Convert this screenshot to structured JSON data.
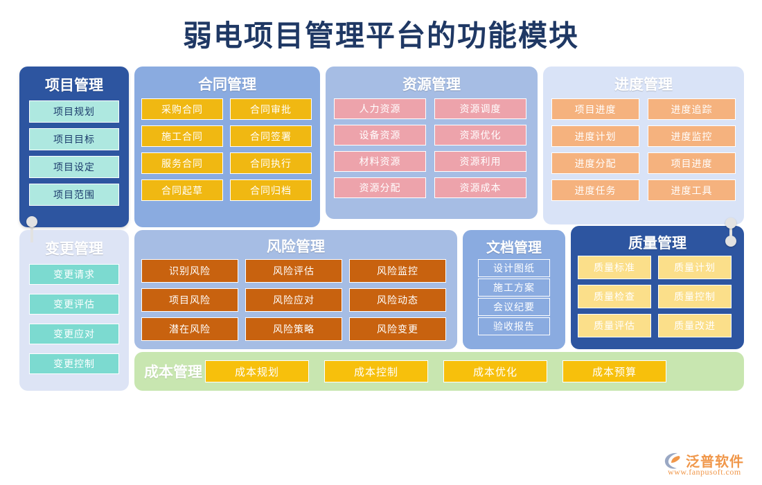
{
  "page": {
    "title": "弱电项目管理平台的功能模块"
  },
  "panels": {
    "project": {
      "title": "项目管理",
      "items": [
        "项目规划",
        "项目目标",
        "项目设定",
        "项目范围"
      ]
    },
    "contract": {
      "title": "合同管理",
      "items": [
        "采购合同",
        "合同审批",
        "施工合同",
        "合同签署",
        "服务合同",
        "合同执行",
        "合同起草",
        "合同归档"
      ]
    },
    "resource": {
      "title": "资源管理",
      "items": [
        "人力资源",
        "资源调度",
        "设备资源",
        "资源优化",
        "材料资源",
        "资源利用",
        "资源分配",
        "资源成本"
      ]
    },
    "schedule": {
      "title": "进度管理",
      "items": [
        "项目进度",
        "进度追踪",
        "进度计划",
        "进度监控",
        "进度分配",
        "项目进度",
        "进度任务",
        "进度工具"
      ]
    },
    "change": {
      "title": "变更管理",
      "items": [
        "变更请求",
        "变更评估",
        "变更应对",
        "变更控制"
      ]
    },
    "risk": {
      "title": "风险管理",
      "items": [
        "识别风险",
        "风险评估",
        "风险监控",
        "项目风险",
        "风险应对",
        "风险动态",
        "潜在风险",
        "风险策略",
        "风险变更"
      ]
    },
    "document": {
      "title": "文档管理",
      "items": [
        "设计图纸",
        "施工方案",
        "会议纪要",
        "验收报告"
      ]
    },
    "quality": {
      "title": "质量管理",
      "items": [
        "质量标准",
        "质量计划",
        "质量检查",
        "质量控制",
        "质量评估",
        "质量改进"
      ]
    },
    "cost": {
      "title": "成本管理",
      "items": [
        "成本规划",
        "成本控制",
        "成本优化",
        "成本预算"
      ]
    }
  },
  "logo": {
    "name": "泛普软件",
    "url": "www.fanpusoft.com"
  },
  "colors": {
    "title_text": "#1f3864",
    "project_panel": "#2d55a0",
    "project_item": "#aee8e0",
    "contract_panel": "#8aabe0",
    "contract_item": "#f0b812",
    "resource_panel": "#a6bde4",
    "resource_item": "#eda3ab",
    "schedule_panel": "#d9e3f7",
    "schedule_item": "#f5b27e",
    "change_panel": "#dde4f5",
    "change_item": "#7cdad0",
    "risk_panel": "#a6bde4",
    "risk_item": "#c8620f",
    "document_panel": "#8aabe0",
    "quality_panel": "#2d55a0",
    "quality_item": "#fbdf8a",
    "cost_panel": "#c8e6b0",
    "cost_item": "#f7c00c",
    "logo_accent": "#f0974a"
  }
}
